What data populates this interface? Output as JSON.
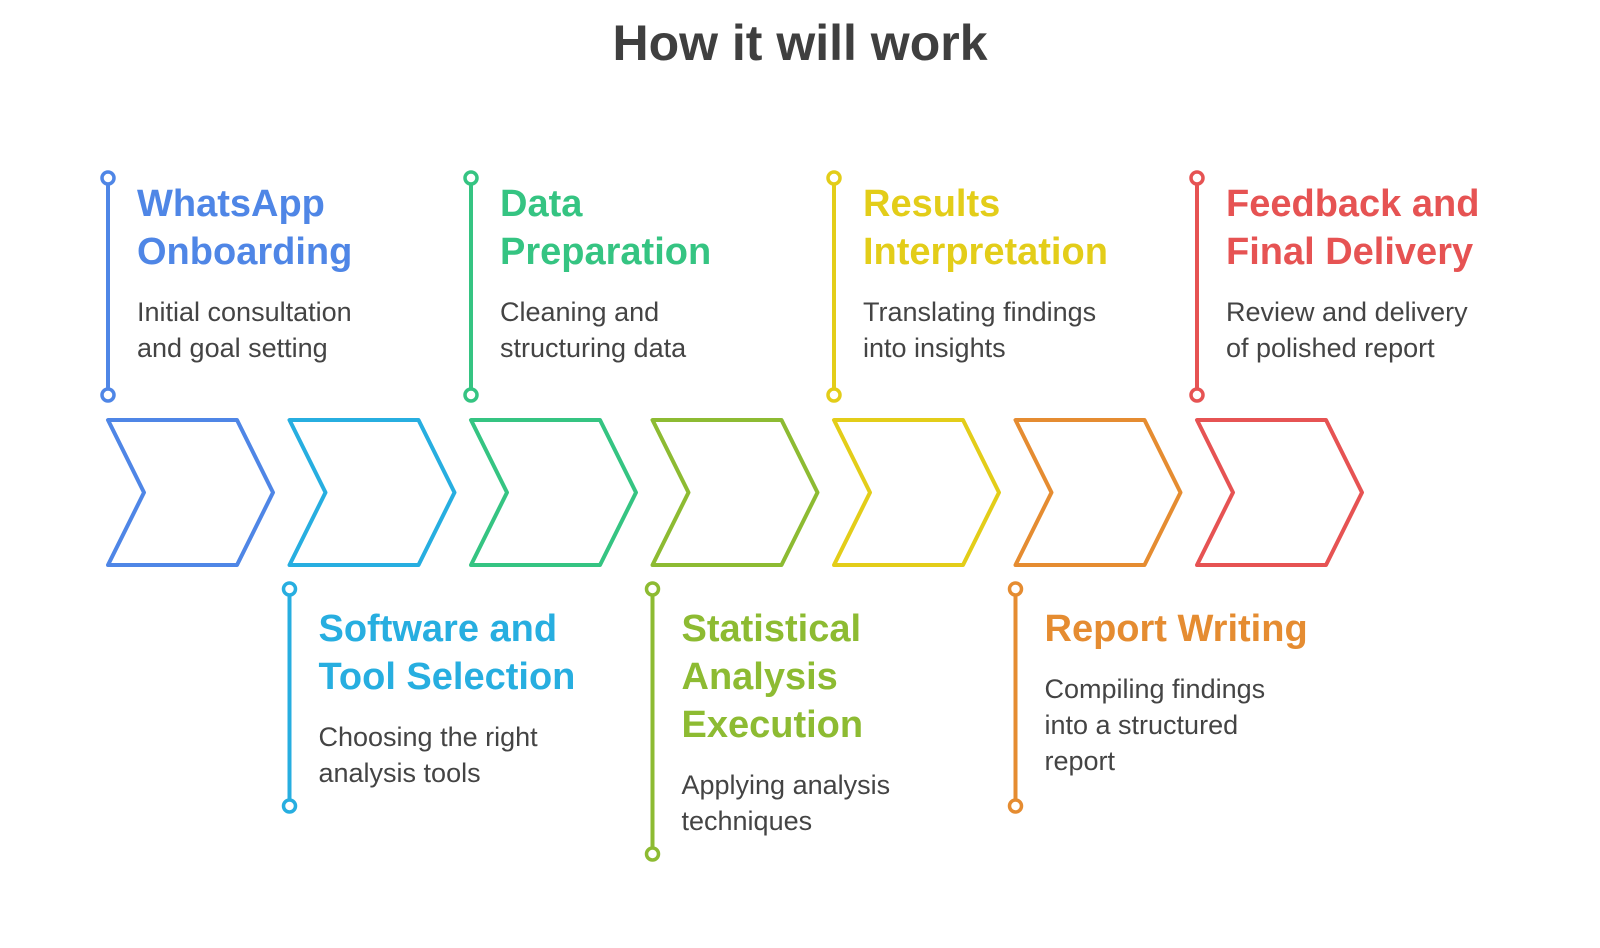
{
  "title": "How it will work",
  "steps": [
    {
      "title_lines": [
        "WhatsApp",
        "Onboarding"
      ],
      "desc_lines": [
        "Initial consultation",
        "and goal setting"
      ],
      "color": "#4f86e6",
      "position": "top"
    },
    {
      "title_lines": [
        "Software and",
        "Tool Selection"
      ],
      "desc_lines": [
        "Choosing the right",
        "analysis tools"
      ],
      "color": "#27aee0",
      "position": "bottom"
    },
    {
      "title_lines": [
        "Data",
        "Preparation"
      ],
      "desc_lines": [
        "Cleaning and",
        "structuring data"
      ],
      "color": "#35c482",
      "position": "top"
    },
    {
      "title_lines": [
        "Statistical",
        "Analysis",
        "Execution"
      ],
      "desc_lines": [
        "Applying analysis",
        "techniques"
      ],
      "color": "#8dbb32",
      "position": "bottom"
    },
    {
      "title_lines": [
        "Results",
        "Interpretation"
      ],
      "desc_lines": [
        "Translating findings",
        "into insights"
      ],
      "color": "#e3cd19",
      "position": "top"
    },
    {
      "title_lines": [
        "Report Writing"
      ],
      "desc_lines": [
        "Compiling findings",
        "into a structured",
        "report"
      ],
      "color": "#e58c31",
      "position": "bottom"
    },
    {
      "title_lines": [
        "Feedback and",
        "Final Delivery"
      ],
      "desc_lines": [
        "Review and delivery",
        "of polished report"
      ],
      "color": "#e65353",
      "position": "top"
    }
  ]
}
